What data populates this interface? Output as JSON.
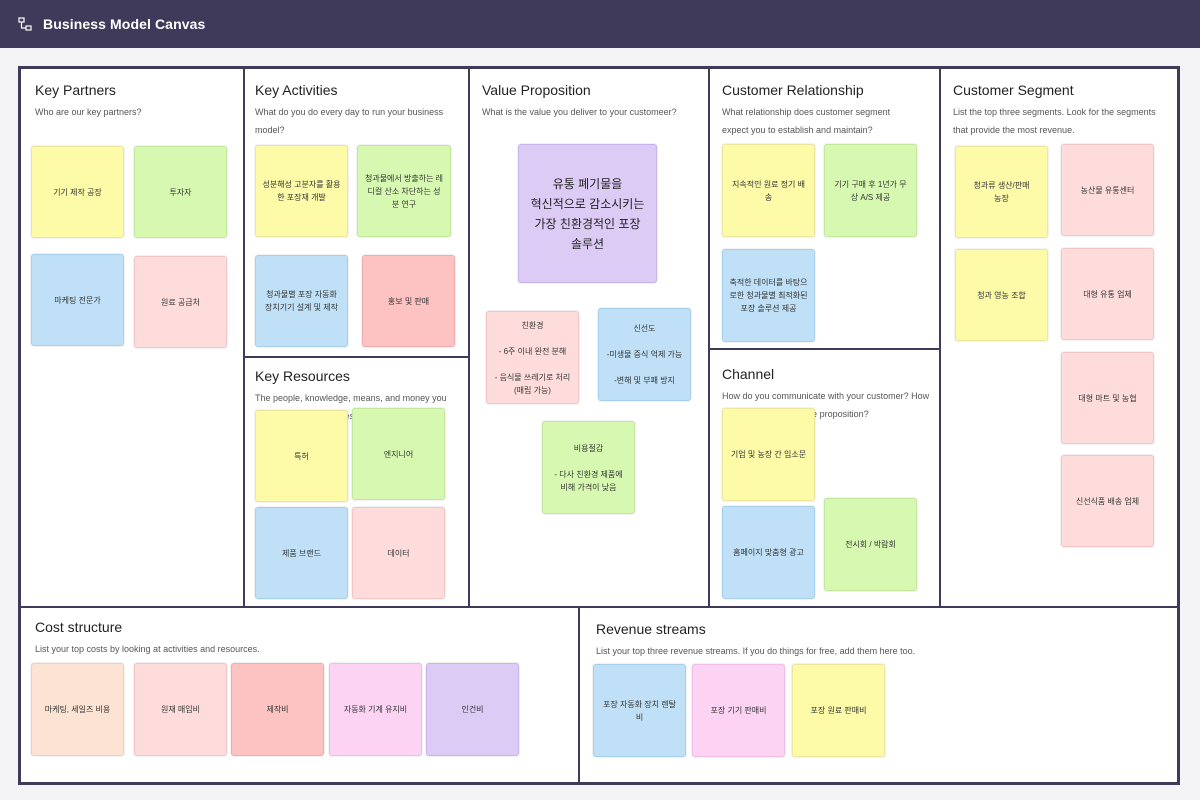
{
  "app": {
    "title": "Business Model Canvas",
    "icon": "diagram-icon"
  },
  "sections": {
    "key_partners": {
      "title": "Key Partners",
      "desc": "Who are our key partners?",
      "notes": [
        "기기 제작 공장",
        "투자자",
        "마케팅 전문가",
        "원료 공급처"
      ]
    },
    "key_activities": {
      "title": "Key Activities",
      "desc": "What do you do every day to run your business model?",
      "notes": [
        "성분해성 고분자를 활용한 포장재 개발",
        "청과물에서 방출하는 레디컬 산소 차단하는 성분 연구",
        "청과물별 포장 자동화 장치기기 설계 및 제작",
        "홍보 및 판매"
      ]
    },
    "key_resources": {
      "title": "Key Resources",
      "desc": "The people, knowledge, means, and money you need to run your business.",
      "notes": [
        "특허",
        "엔지니어",
        "제품 브랜드",
        "데이터"
      ]
    },
    "value_proposition": {
      "title": "Value Proposition",
      "desc": "What is the value you deliver to your customeer?",
      "main_note": "유통 폐기물을\n혁신적으로 감소시키는\n가장 친환경적인 포장\n솔루션",
      "notes": [
        "친환경\n\n- 6주 이내 완전 분해\n\n- 음식물 쓰레기로 처리\n(매립 가능)",
        "신선도\n\n-미생물 증식 억제 가능\n\n-변해 및 부패 방지",
        "비용절감\n\n- 다사 친환경 제품에\n비해 가격이 낮음"
      ]
    },
    "customer_relationship": {
      "title": "Customer Relationship",
      "desc": "What relationship does customer segment expect you to  establish and maintain?",
      "notes": [
        "지속적인 원료 정기 배송",
        "기기 구매 후 1년가 무상 A/S 제공",
        "축적한 데이터를 바탕으로한 청과물별 최적화된 포장 솔루션 제공"
      ]
    },
    "channel": {
      "title": "Channel",
      "desc": "How do you communicate with your customer? How do you deliver the value proposition?",
      "notes": [
        "기업 및 농장 간 임소문",
        "홈페이지 맞춤형 광고",
        "전시회 / 박람회"
      ]
    },
    "customer_segment": {
      "title": "Customer Segment",
      "desc": "List the top three segments. Look for the segments that provide the most revenue.",
      "notes": [
        "청과류 생산/판매\n농장",
        "농산물 유통센터",
        "청과 영농 조합",
        "대형 유통 업체",
        "대형 마트 및 농협",
        "신선식품 배송 업체"
      ]
    },
    "cost_structure": {
      "title": "Cost structure",
      "desc": "List your top costs by looking at activities and resources.",
      "notes": [
        "마케팅, 세일즈 비용",
        "원재 매입비",
        "제작비",
        "자동화 기계 유지비",
        "인건비"
      ]
    },
    "revenue_streams": {
      "title": "Revenue streams",
      "desc": "List your top three revenue streams. If you do things for free, add them here too.",
      "notes": [
        "포장 자동화 장치 렌탈비",
        "포장 기기 판매비",
        "포장 원료 판매비"
      ]
    }
  },
  "colors": {
    "header": "#3f3a59",
    "yellow": "#fdfaa8",
    "green": "#d7f8b0",
    "blue": "#bfe0f6",
    "pink": "#fedcdc",
    "red": "#fdc3c3",
    "purple": "#dccbf5",
    "orange": "#fde3d3",
    "magenta": "#fdd3f3"
  }
}
